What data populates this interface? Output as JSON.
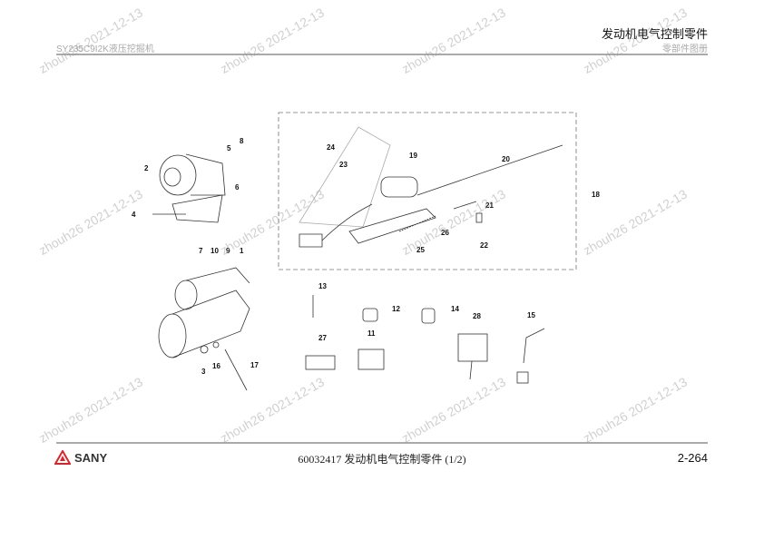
{
  "header": {
    "title": "发动机电气控制零件",
    "subtitle": "零部件图册",
    "model": "SY235C9I2K液压挖掘机"
  },
  "footer": {
    "brand": "SANY",
    "doc_title": "60032417 发动机电气控制零件 (1/2)",
    "page_number": "2-264"
  },
  "watermark": "zhouh26 2021-12-13",
  "callouts": [
    "1",
    "2",
    "3",
    "4",
    "5",
    "6",
    "7",
    "8",
    "9",
    "10",
    "11",
    "12",
    "13",
    "14",
    "15",
    "16",
    "17",
    "18",
    "19",
    "20",
    "21",
    "22",
    "23",
    "24",
    "25",
    "26",
    "27",
    "28"
  ],
  "colors": {
    "brand_red": "#d7262b",
    "rule": "#aaaaaa"
  }
}
